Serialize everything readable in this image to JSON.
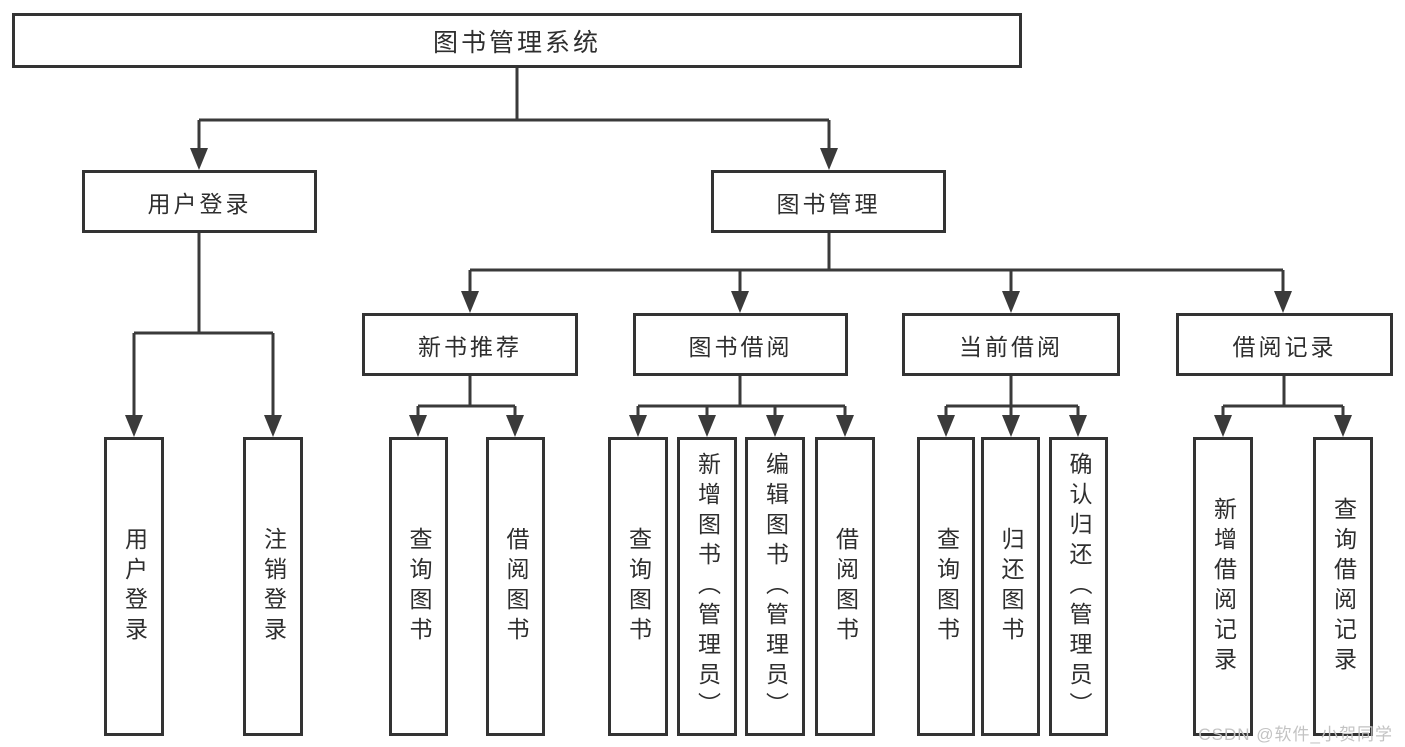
{
  "tree": {
    "root": {
      "label": "图书管理系统"
    },
    "branches": [
      {
        "label": "用户登录",
        "children": [
          {
            "label": "用户登录"
          },
          {
            "label": "注销登录"
          }
        ]
      },
      {
        "label": "图书管理",
        "sections": [
          {
            "label": "新书推荐",
            "children": [
              {
                "label": "查询图书"
              },
              {
                "label": "借阅图书"
              }
            ]
          },
          {
            "label": "图书借阅",
            "children": [
              {
                "label": "查询图书"
              },
              {
                "label": "新增图书（管理员）"
              },
              {
                "label": "编辑图书（管理员）"
              },
              {
                "label": "借阅图书"
              }
            ]
          },
          {
            "label": "当前借阅",
            "children": [
              {
                "label": "查询图书"
              },
              {
                "label": "归还图书"
              },
              {
                "label": "确认归还（管理员）"
              }
            ]
          },
          {
            "label": "借阅记录",
            "children": [
              {
                "label": "新增借阅记录"
              },
              {
                "label": "查询借阅记录"
              }
            ]
          }
        ]
      }
    ]
  },
  "watermark": {
    "text": "CSDN @软件_小贺同学"
  },
  "colors": {
    "line": "#3a3a3a",
    "box_border": "#333333",
    "text": "#2e2e2e",
    "watermark": "#c3c3c3",
    "background": "#ffffff"
  }
}
